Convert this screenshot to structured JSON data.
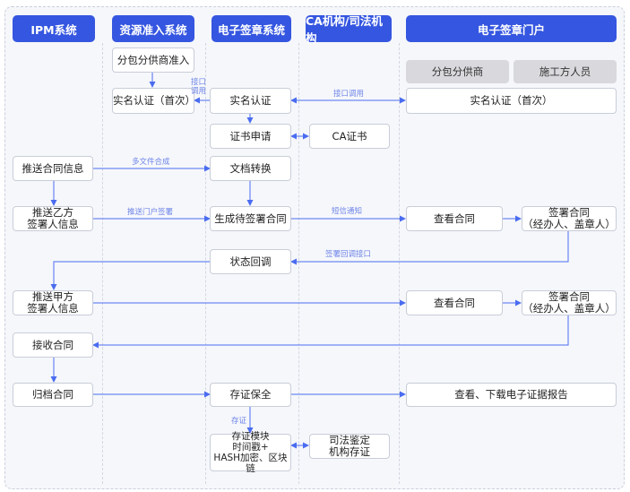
{
  "lanes": {
    "ipm": "IPM系统",
    "resource": "资源准入系统",
    "esign": "电子签章系统",
    "ca": "CA机构/司法机构",
    "portal": "电子签章门户"
  },
  "boxes": {
    "subcontractor_access": "分包分供商准入",
    "res_realname": "实名认证（首次）",
    "es_realname": "实名认证",
    "portal_role_a": "分包分供商",
    "portal_role_b": "施工方人员",
    "portal_realname": "实名认证（首次）",
    "cert_apply": "证书申请",
    "ca_cert": "CA证书",
    "push_contract": "推送合同信息",
    "doc_convert": "文档转换",
    "push_partyb": "推送乙方\n签署人信息",
    "gen_contract": "生成待签署合同",
    "view_contract_1": "查看合同",
    "sign_contract_1": "签署合同\n（经办人、盖章人）",
    "status_callback": "状态回调",
    "push_partya": "推送甲方\n签署人信息",
    "view_contract_2": "查看合同",
    "sign_contract_2": "签署合同\n（经办人、盖章人）",
    "receive_contract": "接收合同",
    "archive_contract": "归档合同",
    "evidence_save": "存证保全",
    "view_download": "查看、下载电子证据报告",
    "evidence_module": "存证模块\n时间戳+\nHASH加密、区块链",
    "judicial_evidence": "司法鉴定\n机构存证"
  },
  "labels": {
    "api_call_short": "接口\n调用",
    "api_call": "接口调用",
    "multi_file_merge": "多文件合成",
    "push_portal_sign": "推送门户签署",
    "sms_notice": "短信通知",
    "sign_callback_api": "签署回调接口",
    "evidence": "存证"
  }
}
